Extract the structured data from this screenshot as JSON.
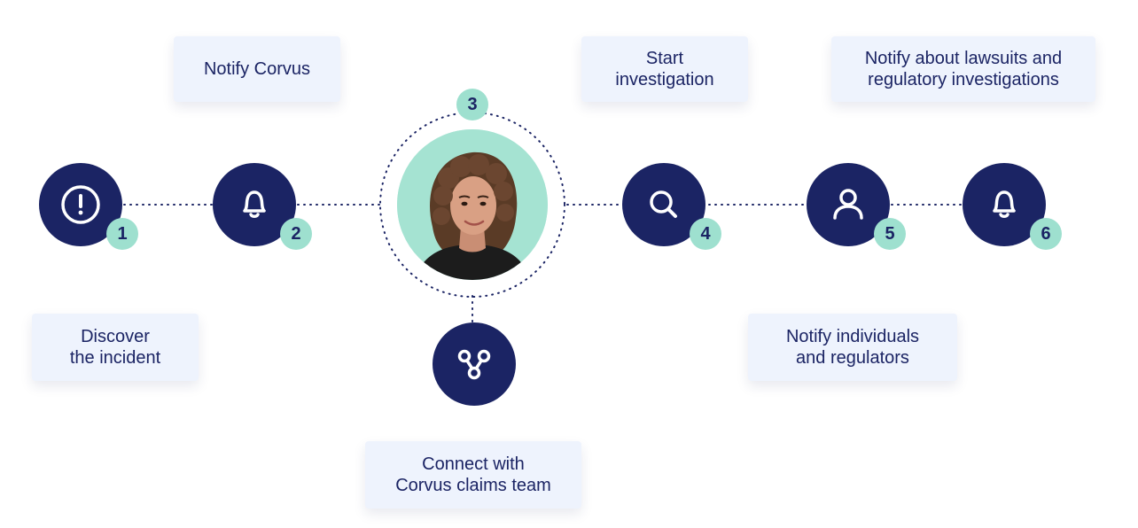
{
  "colors": {
    "navy": "#1b2464",
    "mint": "#9ee0cf",
    "box_bg": "#eef3fd",
    "background": "#ffffff"
  },
  "steps": [
    {
      "number": "1",
      "icon": "alert-circle-icon",
      "label": "Discover\nthe incident"
    },
    {
      "number": "2",
      "icon": "bell-icon",
      "label": "Notify Corvus"
    },
    {
      "number": "3",
      "icon": "person-photo",
      "label": ""
    },
    {
      "number": "4",
      "icon": "search-icon",
      "label": "Start\ninvestigation"
    },
    {
      "number": "5",
      "icon": "user-icon",
      "label": "Notify individuals\nand regulators"
    },
    {
      "number": "6",
      "icon": "bell-icon",
      "label": "Notify about lawsuits and\nregulatory investigations"
    }
  ],
  "branch": {
    "icon": "share-nodes-icon",
    "label": "Connect with\nCorvus claims team"
  }
}
